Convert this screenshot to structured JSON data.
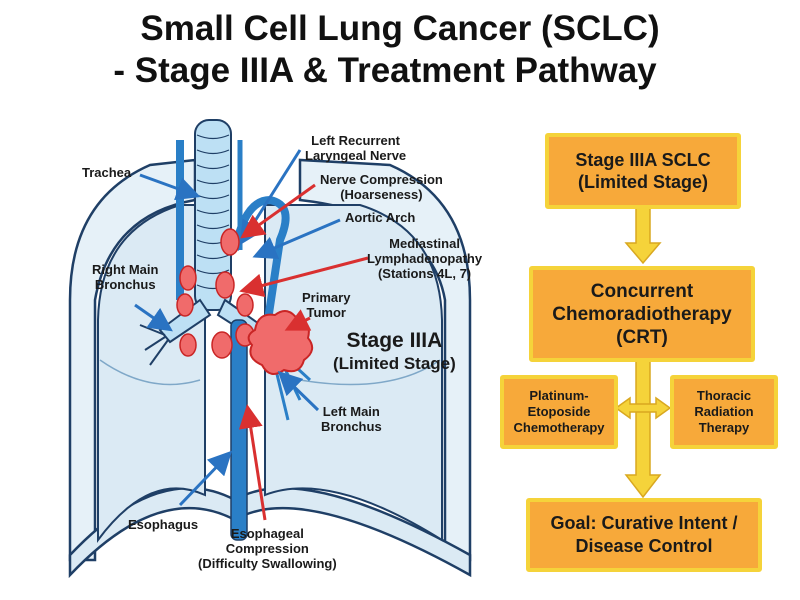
{
  "title": {
    "line1": "Small Cell Lung Cancer (SCLC)",
    "line2": "- Stage IIIA & Treatment Pathway"
  },
  "anatomy": {
    "labels": {
      "trachea": "Trachea",
      "right_main_bronchus_1": "Right Main",
      "right_main_bronchus_2": "Bronchus",
      "left_recurrent_1": "Left Recurrent",
      "left_recurrent_2": "Laryngeal Nerve",
      "nerve_compression_1": "Nerve Compression",
      "nerve_compression_2": "(Hoarseness)",
      "aortic_arch": "Aortic Arch",
      "mediastinal_1": "Mediastinal",
      "mediastinal_2": "Lymphadenopathy",
      "mediastinal_3": "(Stations 4L, 7)",
      "primary_tumor_1": "Primary",
      "primary_tumor_2": "Tumor",
      "stage_main": "Stage IIIA",
      "stage_sub": "(Limited Stage)",
      "left_main_bronchus_1": "Left Main",
      "left_main_bronchus_2": "Bronchus",
      "esophagus": "Esophagus",
      "esophageal_compression_1": "Esophageal",
      "esophageal_compression_2": "Compression",
      "esophageal_compression_3": "(Difficulty Swallowing)"
    },
    "colors": {
      "lung_outline": "#1f3f66",
      "lung_fill": "#dbeaf4",
      "airway": "#bde0f4",
      "vessel": "#2a7fc7",
      "tumor": "#f06b6b",
      "tumor_outline": "#c92525",
      "arrow_blue": "#2a73c2",
      "arrow_red": "#d93030"
    }
  },
  "pathway": {
    "step1_line1": "Stage IIIA SCLC",
    "step1_line2": "(Limited Stage)",
    "step2_line1": "Concurrent",
    "step2_line2": "Chemoradiotherapy",
    "step2_line3": "(CRT)",
    "left_branch_1": "Platinum-",
    "left_branch_2": "Etoposide",
    "left_branch_3": "Chemotherapy",
    "right_branch_1": "Thoracic",
    "right_branch_2": "Radiation",
    "right_branch_3": "Therapy",
    "goal_line1": "Goal: Curative Intent /",
    "goal_line2": "Disease Control",
    "colors": {
      "box_fill": "#f7a93a",
      "box_border": "#f5d33a",
      "arrow": "#f5d33a",
      "arrow_outline": "#d9a820"
    }
  }
}
